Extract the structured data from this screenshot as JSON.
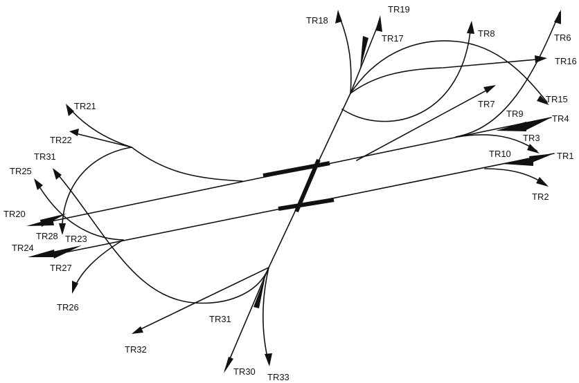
{
  "colors": {
    "line": "#111111",
    "background": "#ffffff"
  },
  "labels": {
    "tr1": "TR1",
    "tr2": "TR2",
    "tr3": "TR3",
    "tr4": "TR4",
    "tr6": "TR6",
    "tr7": "TR7",
    "tr8": "TR8",
    "tr9": "TR9",
    "tr10": "TR10",
    "tr15": "TR15",
    "tr16": "TR16",
    "tr17": "TR17",
    "tr18": "TR18",
    "tr19": "TR19",
    "tr20": "TR20",
    "tr21": "TR21",
    "tr22": "TR22",
    "tr23": "TR23",
    "tr24": "TR24",
    "tr25": "TR25",
    "tr26": "TR26",
    "tr27": "TR27",
    "tr28": "TR28",
    "tr30": "TR30",
    "tr31_top": "TR31",
    "tr31_bottom": "TR31",
    "tr32": "TR32",
    "tr33": "TR33"
  }
}
